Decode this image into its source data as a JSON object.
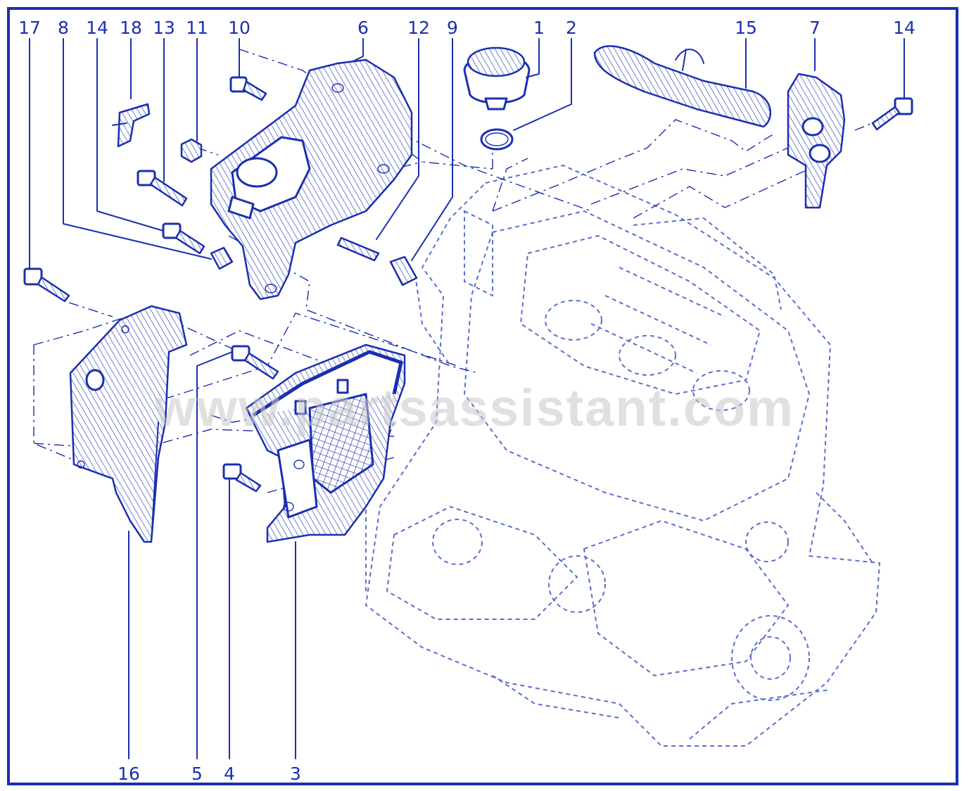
{
  "colors": {
    "ink": "#1a2fb0",
    "ghost": "#5a6ed0",
    "background": "#ffffff",
    "watermark": "#c8c8c8"
  },
  "watermark": "www.partsassistant.com",
  "callouts": {
    "top": [
      "17",
      "8",
      "14",
      "18",
      "13",
      "11",
      "10",
      "6",
      "12",
      "9",
      "1",
      "2",
      "15",
      "7",
      "14"
    ],
    "bottom": [
      "16",
      "5",
      "4",
      "3"
    ]
  },
  "parts": {
    "p1": "1",
    "p2": "2",
    "p3": "3",
    "p4": "4",
    "p5": "5",
    "p6": "6",
    "p7": "7",
    "p8": "8",
    "p9": "9",
    "p10": "10",
    "p11": "11",
    "p12": "12",
    "p13": "13",
    "p14": "14",
    "p15": "15",
    "p16": "16",
    "p17": "17",
    "p18": "18"
  }
}
